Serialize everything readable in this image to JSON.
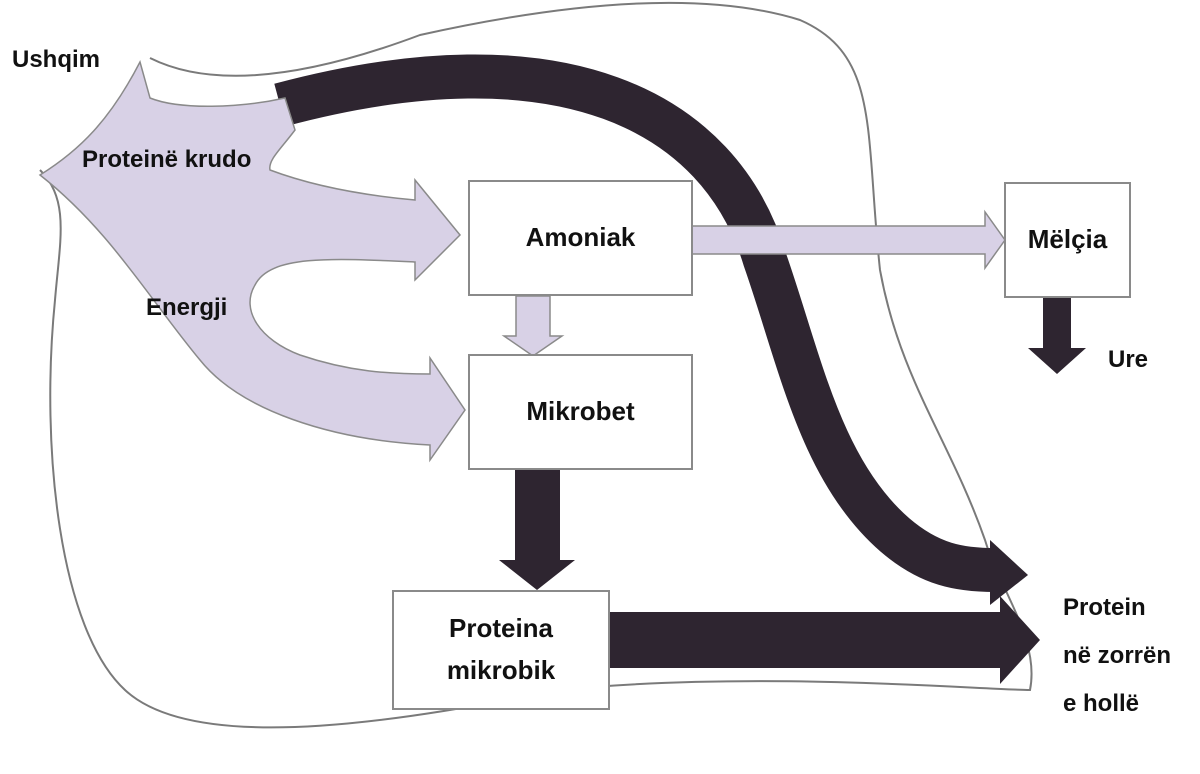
{
  "labels": {
    "ushqim": "Ushqim",
    "proteine_krudo": "Proteinë krudo",
    "energji": "Energji",
    "ure": "Ure"
  },
  "boxes": {
    "amoniak": "Amoniak",
    "melcia": "Mëlçia",
    "mikrobet": "Mikrobet",
    "proteina_line1": "Proteina",
    "proteina_line2": "mikrobik"
  },
  "output": {
    "line1": "Protein",
    "line2": "në zorrën",
    "line3": "e hollë"
  },
  "colors": {
    "light_flow": "#d8d1e6",
    "dark_flow": "#2e2530",
    "outline": "#7a7a7a"
  }
}
